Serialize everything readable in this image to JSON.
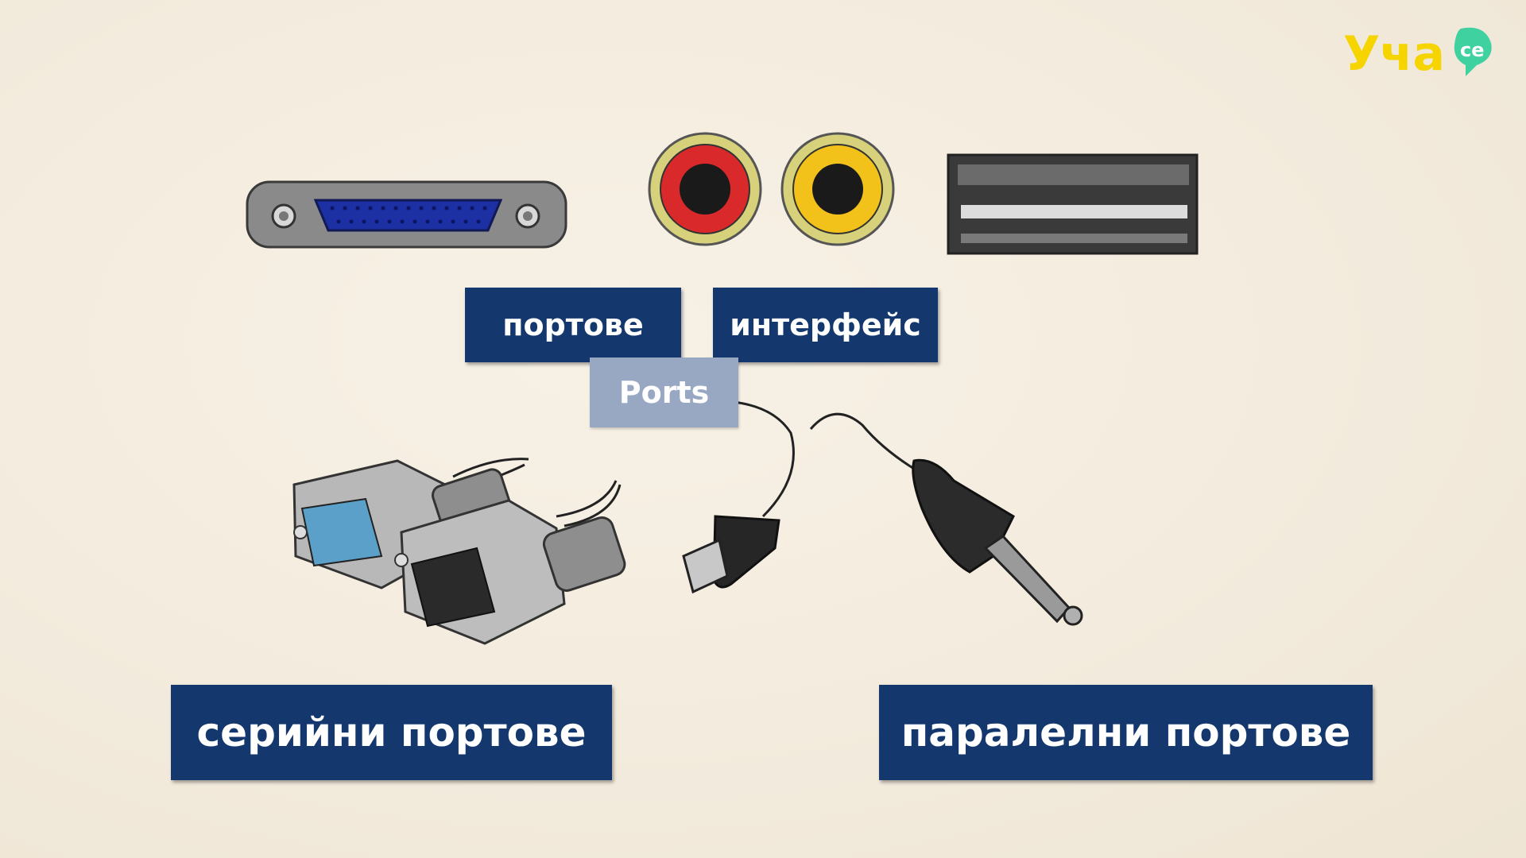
{
  "logo": {
    "text": "Уча",
    "badge": "се"
  },
  "labels": {
    "portove": "портове",
    "interface": "интерфейс",
    "ports": "Ports",
    "serial_ports": "серийни портове",
    "parallel_ports": "паралелни портове"
  },
  "colors": {
    "label_bg": "#14386e",
    "ports_bg": "#98a8c3",
    "logo_yellow": "#f5d400",
    "logo_green": "#3fd1a0",
    "rca_red": "#d9292b",
    "rca_yellow": "#f3c21a"
  },
  "icons": [
    "parallel-port-icon",
    "rca-red-jack-icon",
    "rca-yellow-jack-icon",
    "usb-port-icon",
    "serial-cables-icon",
    "usb-plug-icon",
    "audio-jack-plug-icon"
  ]
}
